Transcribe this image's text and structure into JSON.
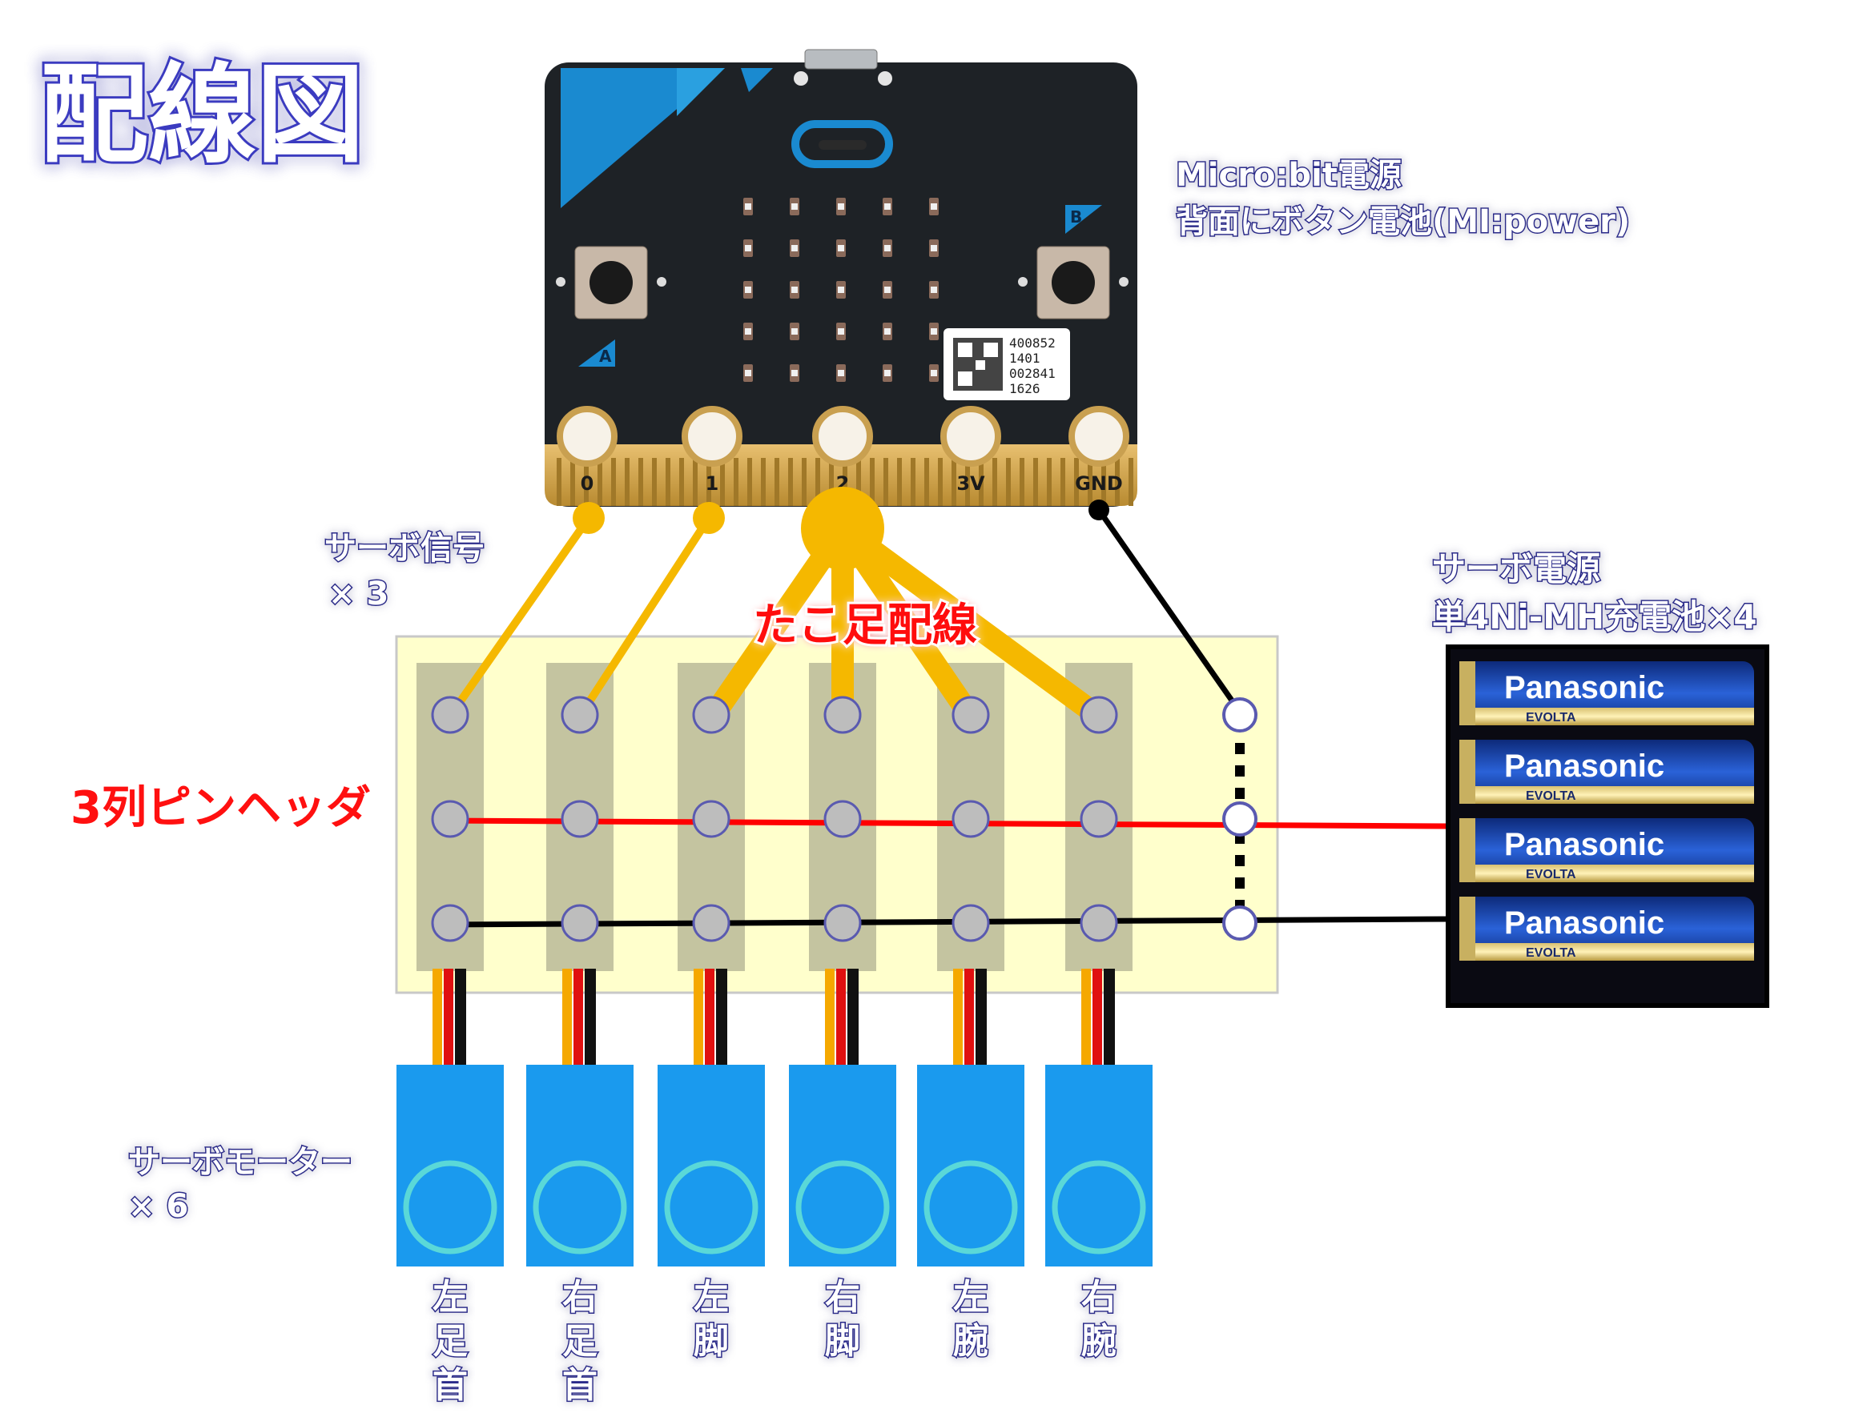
{
  "title": "配線図",
  "microbit": {
    "pins": [
      "0",
      "1",
      "2",
      "3V",
      "GND"
    ],
    "button_a": "A",
    "button_b": "B",
    "qr_codes": [
      "400852",
      "1401",
      "002841",
      "1626"
    ]
  },
  "labels": {
    "microbit_power_line1": "Micro:bit電源",
    "microbit_power_line2": "背面にボタン電池(MI:power)",
    "servo_signal_line1": "サーボ信号",
    "servo_signal_line2": "× 3",
    "octopus_wiring": "たこ足配線",
    "servo_power_line1": "サーボ電源",
    "servo_power_line2": "単4Ni-MH充電池×4",
    "pin_header": "3列ピンヘッダ",
    "servo_motor_line1": "サーボモーター",
    "servo_motor_line2": "× 6"
  },
  "battery": {
    "brand": "Panasonic",
    "model": "EVOLTA",
    "count": 4
  },
  "servos": [
    {
      "label": "左足首"
    },
    {
      "label": "右足首"
    },
    {
      "label": "左脚"
    },
    {
      "label": "右脚"
    },
    {
      "label": "左腕"
    },
    {
      "label": "右腕"
    }
  ],
  "colors": {
    "signal_wire": "#f5b800",
    "power_wire": "#ff0000",
    "ground_wire": "#000000",
    "breadboard": "#ffffcc",
    "servo_body": "#1a9aee",
    "title_glow": "#4848dd"
  }
}
